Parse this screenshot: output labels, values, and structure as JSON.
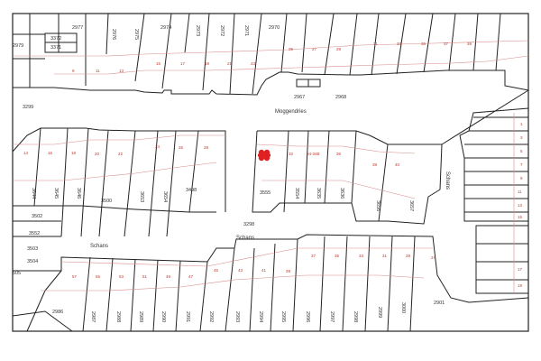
{
  "map": {
    "streets": [
      "Moggendries",
      "Schans",
      "Schans",
      "Schans"
    ],
    "parcels_top": [
      "2977",
      "2976",
      "2975",
      "2974",
      "2973",
      "2972",
      "2971",
      "2970",
      "3372",
      "3371",
      "2979",
      "3299",
      "2967",
      "2968"
    ],
    "parcels_mid": [
      "3644",
      "3645",
      "3646",
      "3500",
      "3653",
      "3654",
      "3498",
      "3555",
      "3554",
      "3635",
      "3636",
      "3656",
      "3657",
      "3502",
      "3552",
      "3503",
      "3504",
      "505",
      "3298"
    ],
    "parcels_bot": [
      "2986",
      "2987",
      "2988",
      "2989",
      "2990",
      "2991",
      "2992",
      "2993",
      "2994",
      "2995",
      "2996",
      "2997",
      "2998",
      "2999",
      "3000",
      "2901"
    ],
    "house_top": [
      "9",
      "11",
      "13",
      "15",
      "17",
      "19",
      "21",
      "23",
      "25",
      "27",
      "29",
      "31",
      "33",
      "35",
      "37",
      "39"
    ],
    "house_mid": [
      "14",
      "16",
      "18",
      "20",
      "22",
      "24",
      "26",
      "28",
      "32",
      "34-34B",
      "36",
      "38",
      "40"
    ],
    "house_bot": [
      "57",
      "55",
      "53",
      "51",
      "49",
      "47",
      "45",
      "43",
      "41",
      "39",
      "37",
      "35",
      "33",
      "31",
      "29",
      "27"
    ],
    "house_right": [
      "1",
      "3",
      "5",
      "7",
      "9",
      "11",
      "13",
      "15",
      "17",
      "19"
    ],
    "marker_color": "#e02020"
  }
}
